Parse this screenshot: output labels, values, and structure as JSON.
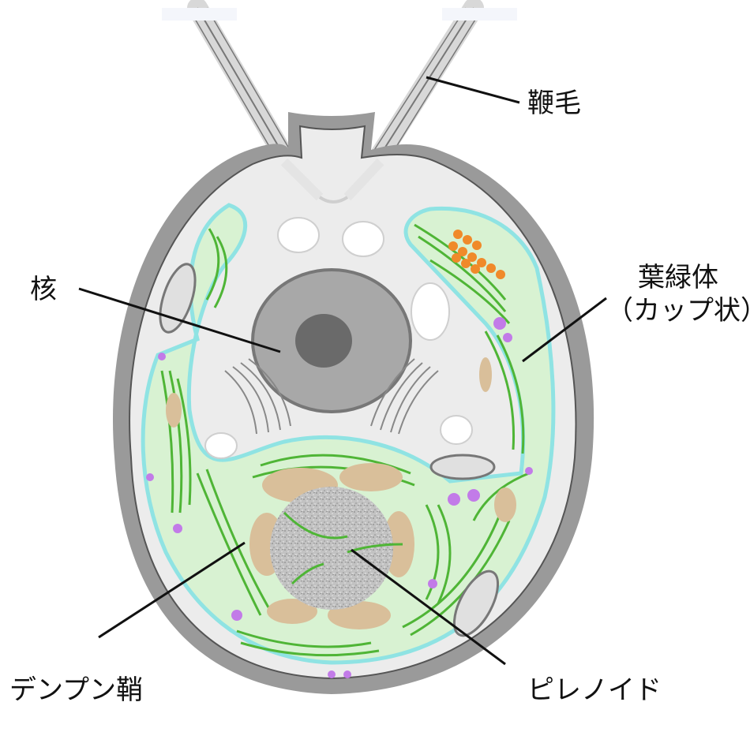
{
  "labels": {
    "flagella": "鞭毛",
    "nucleus": "核",
    "chloroplast_line1": "葉緑体",
    "chloroplast_line2": "（カップ状）",
    "starch_sheath": "デンプン鞘",
    "pyrenoid": "ピレノイド"
  },
  "colors": {
    "cell_wall": "#9a9a9a",
    "cytoplasm": "#ededed",
    "chloroplast_stroma": "#d8f2d2",
    "chloroplast_outline": "#8fe3e3",
    "thylakoid": "#4fb536",
    "starch": "#d9bf9a",
    "pyrenoid": "#b9b9b9",
    "nucleus": "#a8a8a8",
    "nucleolus": "#6a6a6a",
    "eyespot": "#f08a2a",
    "vesicle": "#c27be8"
  }
}
